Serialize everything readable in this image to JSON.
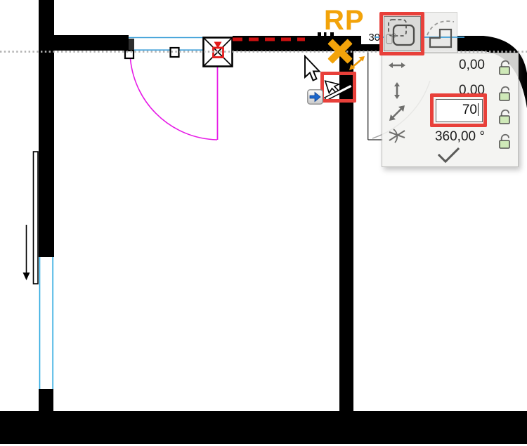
{
  "app": {
    "context": "cad-floor-plan-editor"
  },
  "drawing": {
    "dimension_label": "30",
    "colors": {
      "wall": "#000000",
      "door": "#e61ae6",
      "reference_line": "#3d9fd8",
      "window_line": "#29a8e0",
      "guide_dotted": "#b2b2b2",
      "selection_dash": "#cf1111",
      "marker_red": "#e31b1b"
    }
  },
  "annotations": {
    "reference_point_label": "RP",
    "highlight_color": "#e8403a",
    "marker_color": "#f2a30a"
  },
  "tracker": {
    "geometry_methods": [
      {
        "name": "offset-all-edges",
        "selected": true,
        "highlighted": true
      },
      {
        "name": "offset-edge",
        "selected": false,
        "highlighted": false
      }
    ],
    "rows": [
      {
        "name": "horizontal-offset",
        "icon": "horizontal-arrow-icon",
        "value": "0,00",
        "locked": false
      },
      {
        "name": "vertical-offset",
        "icon": "vertical-arrow-icon",
        "value": "0,00",
        "locked": false
      },
      {
        "name": "distance",
        "icon": "diagonal-arrow-icon",
        "value": "70",
        "locked": false,
        "editing": true,
        "highlighted": true
      },
      {
        "name": "angle",
        "icon": "angle-icon",
        "value": "360,00",
        "unit": "°",
        "locked": false
      }
    ],
    "confirm_icon": "checkmark-icon"
  }
}
